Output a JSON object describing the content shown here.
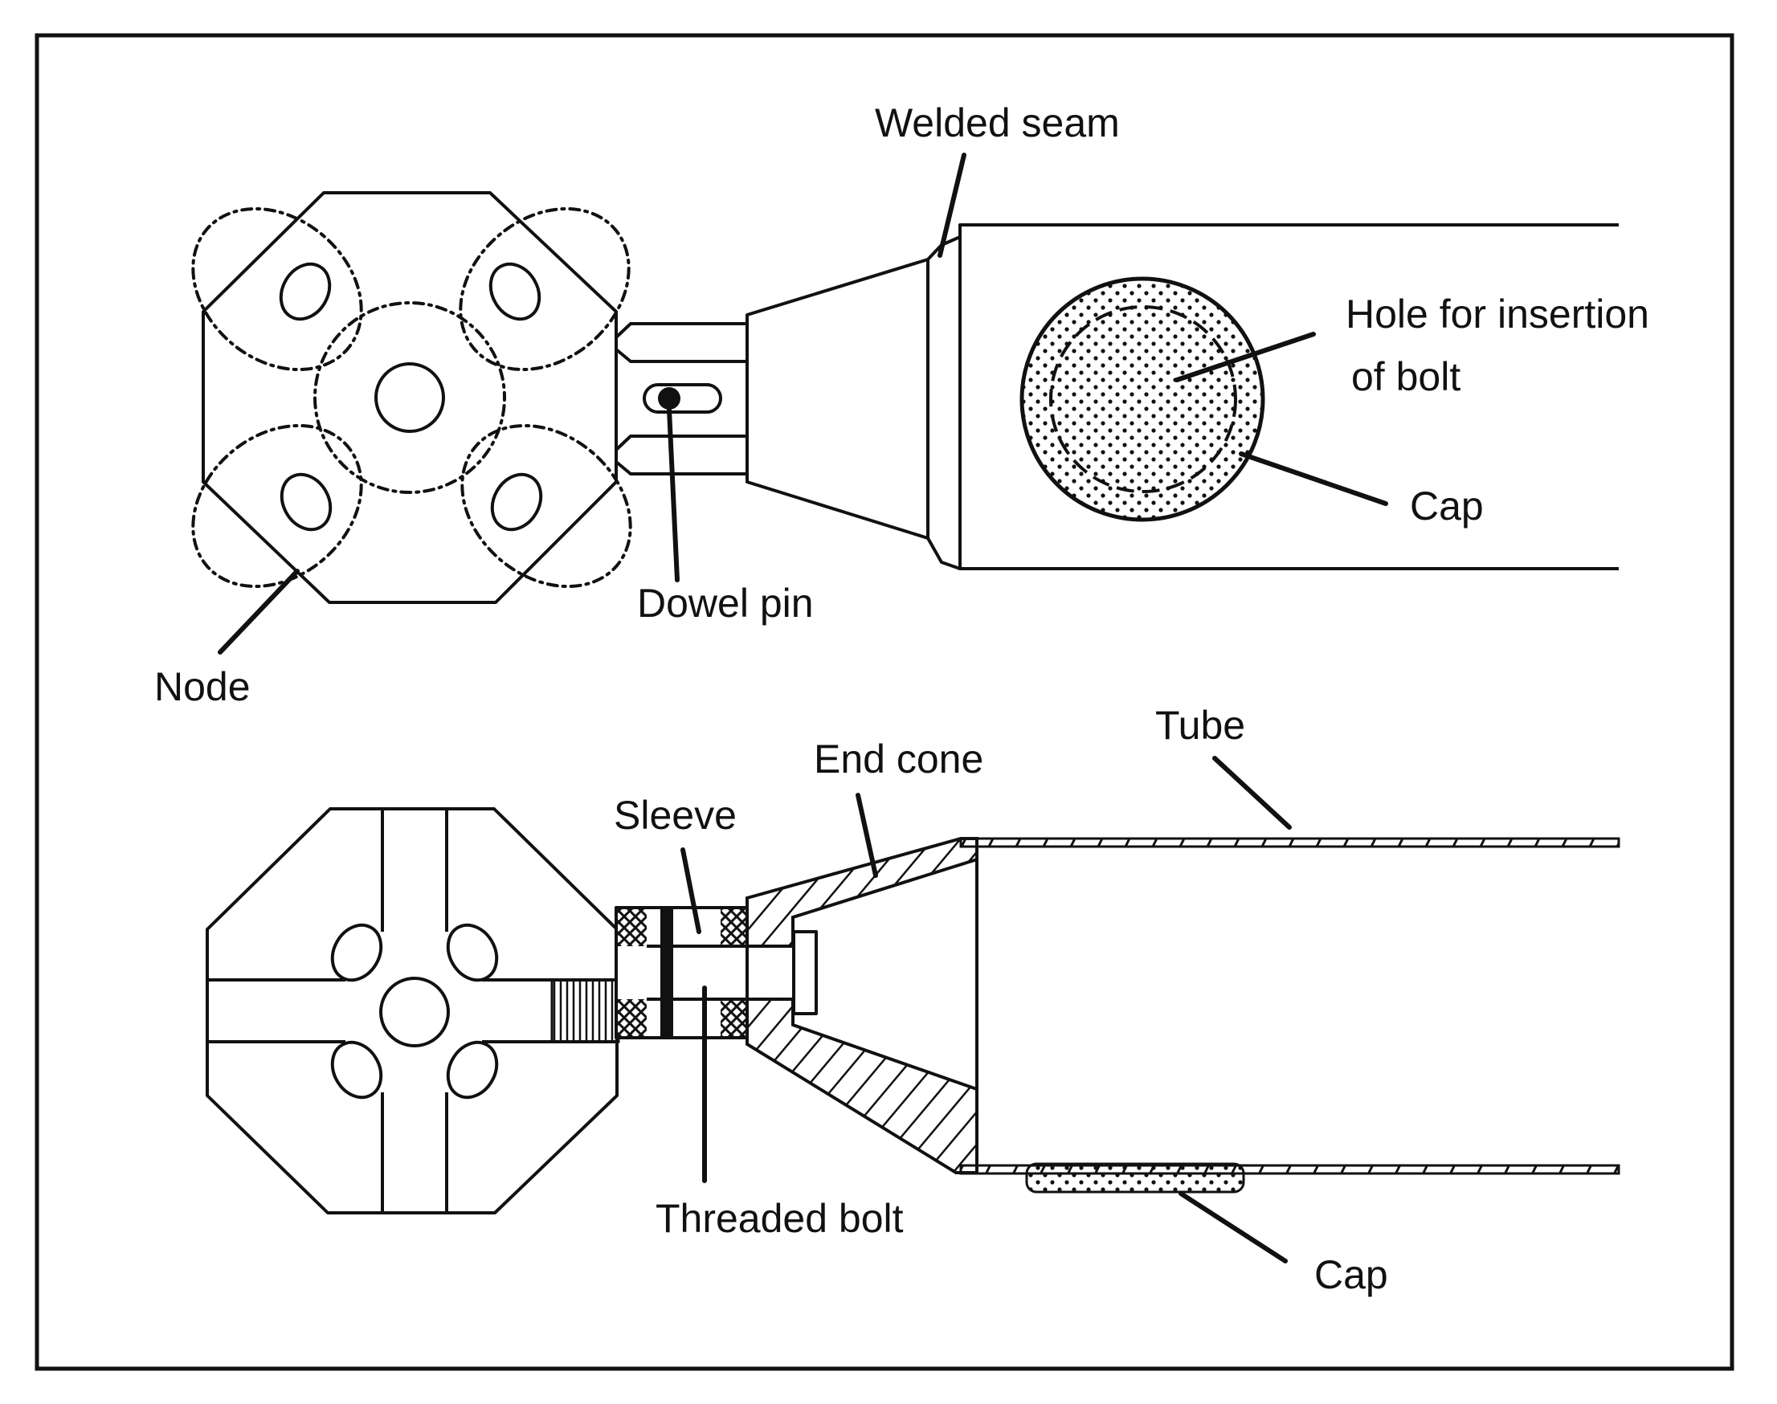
{
  "figure": {
    "top_view": {
      "labels": {
        "welded_seam": "Welded seam",
        "hole_line1": "Hole for insertion",
        "hole_line2": "of bolt",
        "cap": "Cap",
        "dowel_pin": "Dowel pin",
        "node": "Node"
      }
    },
    "section_view": {
      "labels": {
        "tube": "Tube",
        "end_cone": "End cone",
        "sleeve": "Sleeve",
        "threaded_bolt": "Threaded bolt",
        "cap": "Cap"
      }
    },
    "colors": {
      "ink": "#111111",
      "paper": "#ffffff"
    }
  }
}
